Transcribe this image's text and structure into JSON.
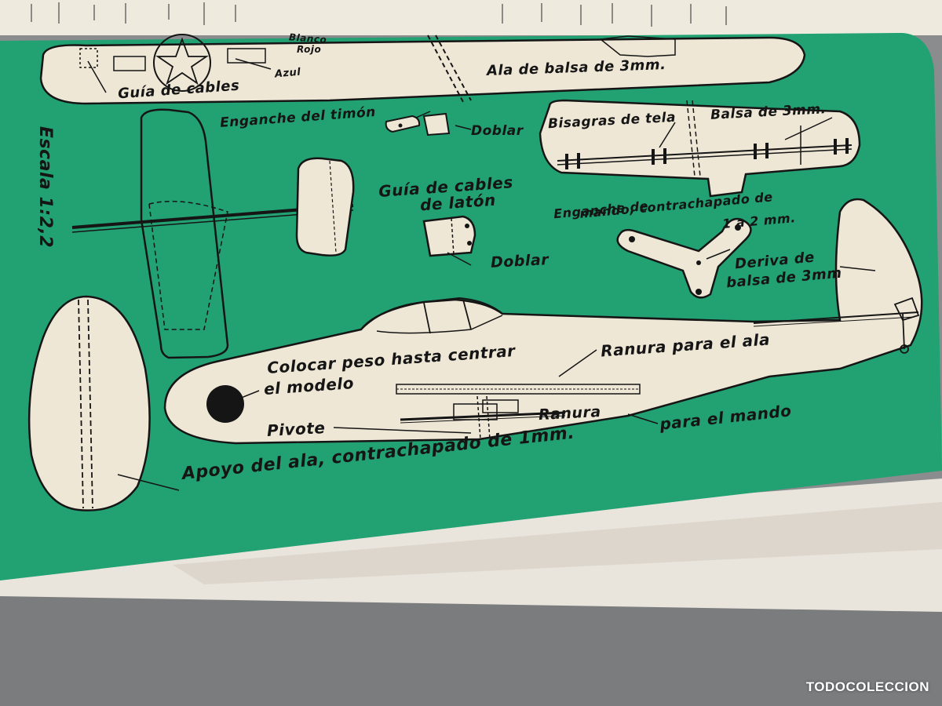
{
  "colors": {
    "page_green": "#22a173",
    "balsa_cream": "#efe7d6",
    "ink": "#151515",
    "table_grey": "#8a8c8e",
    "paper_white": "#f3efe6"
  },
  "labels": {
    "blanco": "Blanco",
    "rojo": "Rojo",
    "azul": "Azul",
    "guia_cables": "Guía de cables",
    "ala_balsa": "Ala de balsa de 3mm.",
    "escala": "Escala 1:2,2",
    "enganche_timon": "Enganche del timón",
    "doblar_1": "Doblar",
    "bisagras": "Bisagras de tela",
    "balsa_3mm": "Balsa de 3mm.",
    "guia_laton_1": "Guía de cables",
    "guia_laton_2": "de latón",
    "doblar_2": "Doblar",
    "enganche_mando_1": "Enganche de",
    "enganche_mando_2": "mando, contrachapado de",
    "enganche_mando_3": "1 a 2 mm.",
    "deriva_1": "Deriva de",
    "deriva_2": "balsa de 3mm",
    "ranura_ala": "Ranura para el ala",
    "colocar_peso_1": "Colocar peso hasta centrar",
    "colocar_peso_2": "el modelo",
    "pivote": "Pivote",
    "ranura": "Ranura",
    "para_mando": "para el mando",
    "apoyo_ala": "Apoyo del ala, contrachapado de 1mm."
  },
  "watermark": "TODOCOLECCION"
}
